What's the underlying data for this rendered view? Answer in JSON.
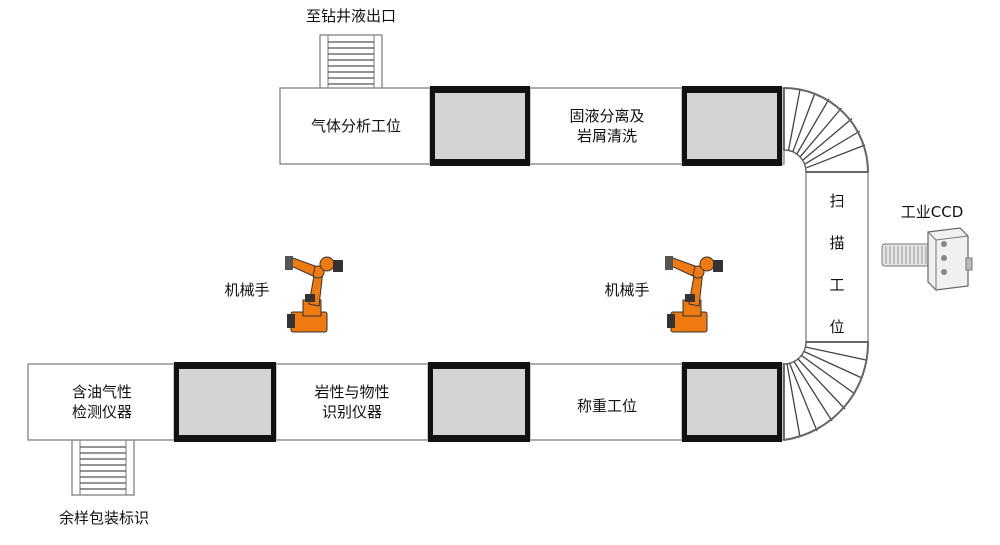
{
  "labels": {
    "exit_label": "至钻井液出口",
    "gas_station_label": "气体分析工位",
    "solid_liquid_line1": "固液分离及",
    "solid_liquid_line2": "岩屑清洗",
    "scan_chars": [
      "扫",
      "描",
      "工",
      "位"
    ],
    "ccd_label": "工业CCD",
    "robot_left_label": "机械手",
    "robot_right_label": "机械手",
    "oil_gas_line1": "含油气性",
    "oil_gas_line2": "检测仪器",
    "lith_line1": "岩性与物性",
    "lith_line2": "识别仪器",
    "weigh_label": "称重工位",
    "sample_label": "余样包装标识"
  },
  "colors": {
    "outline": "#8a8a8a",
    "pad": "#d4d4d4",
    "pad_border": "#111111",
    "robot_orange": "#ee7a10",
    "robot_dark": "#333333"
  },
  "icons": {
    "robot": "robot-arm-icon",
    "camera": "ccd-camera-icon",
    "conveyor": "roller-conveyor-icon"
  }
}
